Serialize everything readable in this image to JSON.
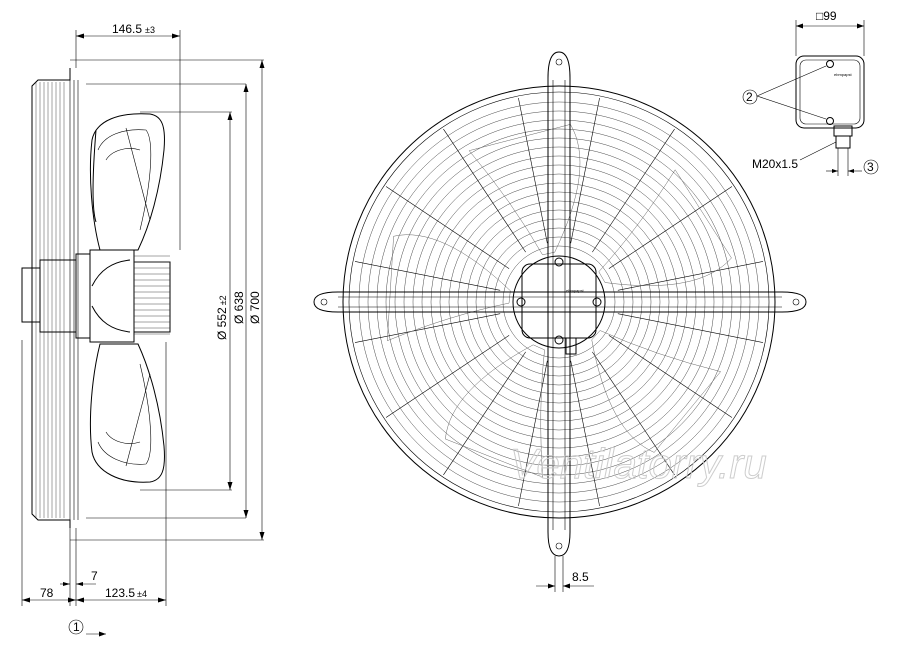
{
  "side_view": {
    "dim_top_value": "146.5",
    "dim_top_tol": "±3",
    "dim_d1_value": "Ø 552",
    "dim_d1_tol": "±2",
    "dim_d2": "Ø 638",
    "dim_d3": "Ø 700",
    "dim_bottom_7": "7",
    "dim_bottom_78": "78",
    "dim_bottom_123_value": "123.5",
    "dim_bottom_123_tol": "±4",
    "airflow_callout": "1"
  },
  "front_view": {
    "dim_slot": "8.5",
    "watermark": "Ventilatorry.ru",
    "box_brand": "ebmpapst"
  },
  "terminal_box": {
    "dim_square": "□99",
    "callout_screws": "2",
    "thread_label": "M20x1.5",
    "callout_gland": "3",
    "box_brand": "ebmpapst"
  }
}
